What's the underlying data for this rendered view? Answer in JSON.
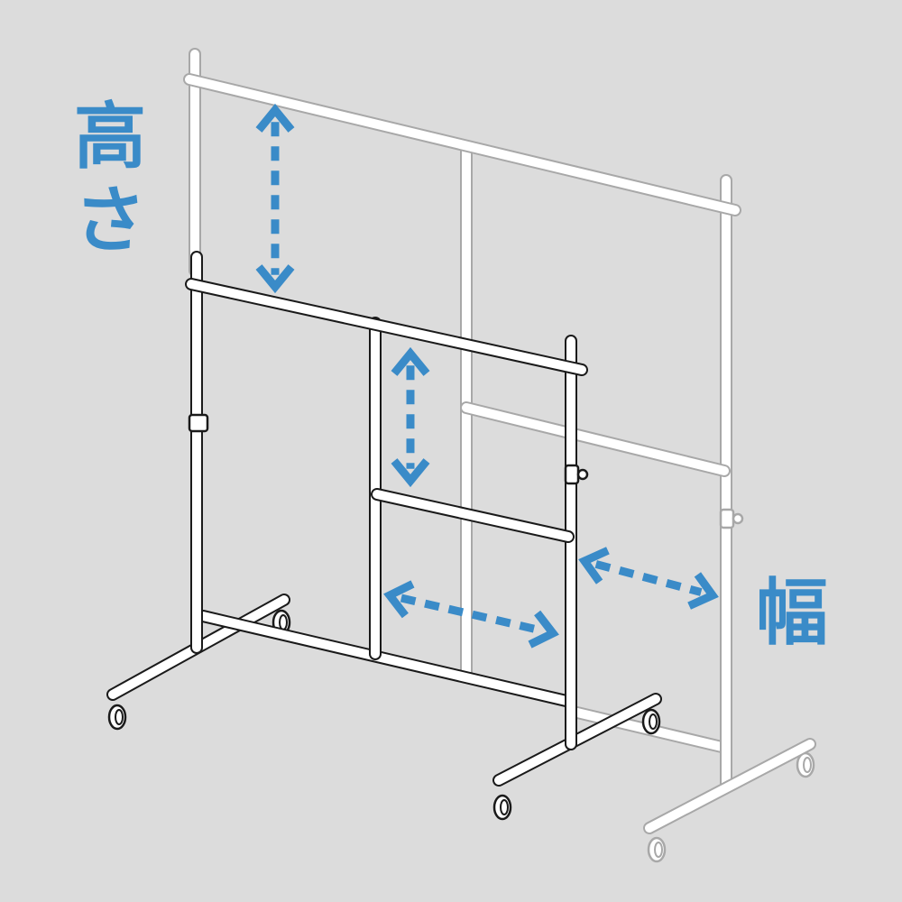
{
  "labels": {
    "height_char1": "高",
    "height_char2": "さ",
    "width": "幅"
  },
  "colors": {
    "background": "#dcdcdc",
    "accent_blue": "#3a8bc8",
    "front_outline": "#1a1a1a",
    "back_outline": "#a8a8a8",
    "tube_fill": "#ffffff"
  }
}
